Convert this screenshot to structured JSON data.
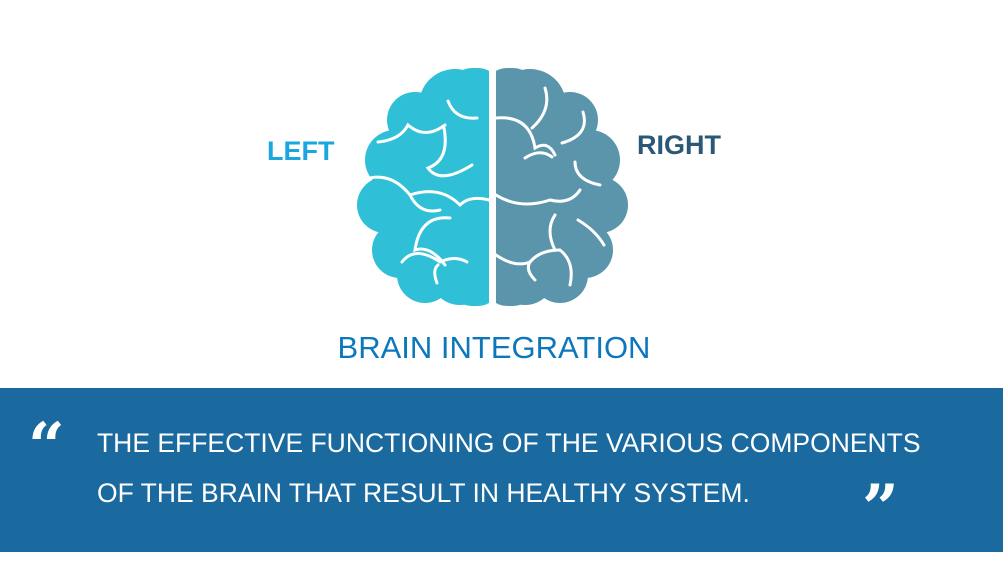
{
  "labels": {
    "left": "LEFT",
    "right": "RIGHT"
  },
  "title": "BRAIN INTEGRATION",
  "quote": {
    "open_mark": "“",
    "close_mark": "”",
    "lines": [
      "THE EFFECTIVE FUNCTIONING OF THE VARIOUS COMPONENTS",
      "OF THE BRAIN THAT RESULT IN HEALTHY SYSTEM."
    ]
  },
  "colors": {
    "left_hemisphere": "#2fbfd6",
    "right_hemisphere": "#5a95ac",
    "band": "#1a699f",
    "title": "#0c78bb"
  }
}
